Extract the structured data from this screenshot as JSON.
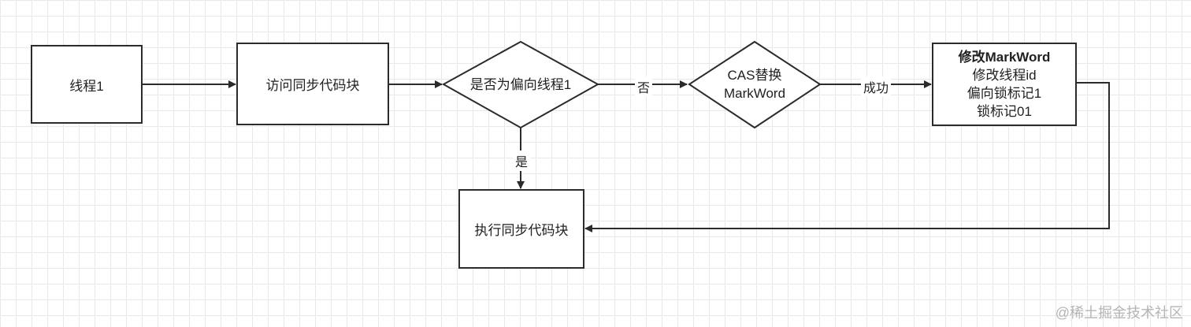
{
  "nodes": {
    "thread": "线程1",
    "access": "访问同步代码块",
    "is_biased": "是否为偏向线程1",
    "cas": [
      "CAS替换",
      "MarkWord"
    ],
    "modify": {
      "title": "修改MarkWord",
      "lines": [
        "修改线程id",
        "偏向锁标记1",
        "锁标记01"
      ]
    },
    "execute": "执行同步代码块"
  },
  "edges": {
    "no": "否",
    "yes": "是",
    "success": "成功"
  },
  "watermark": "@稀土掘金技术社区"
}
